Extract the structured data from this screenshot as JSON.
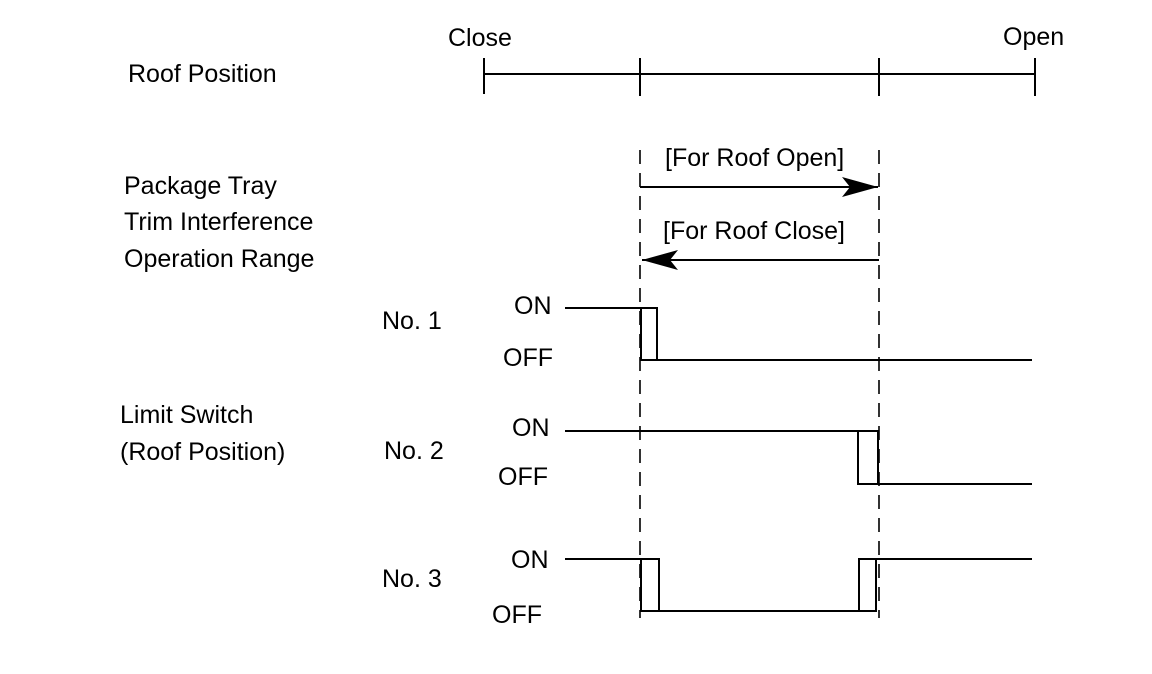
{
  "roof_position": {
    "label": "Roof Position",
    "close_label": "Close",
    "open_label": "Open"
  },
  "operation_range": {
    "label_lines": [
      "Package Tray",
      "Trim Interference",
      "Operation Range"
    ],
    "open_arrow_label": "[For Roof Open]",
    "close_arrow_label": "[For Roof Close]"
  },
  "limit_switch": {
    "label_lines": [
      "Limit Switch",
      "(Roof Position)"
    ],
    "switches": [
      {
        "name": "No. 1",
        "on_label": "ON",
        "off_label": "OFF"
      },
      {
        "name": "No. 2",
        "on_label": "ON",
        "off_label": "OFF"
      },
      {
        "name": "No. 3",
        "on_label": "ON",
        "off_label": "OFF"
      }
    ]
  }
}
